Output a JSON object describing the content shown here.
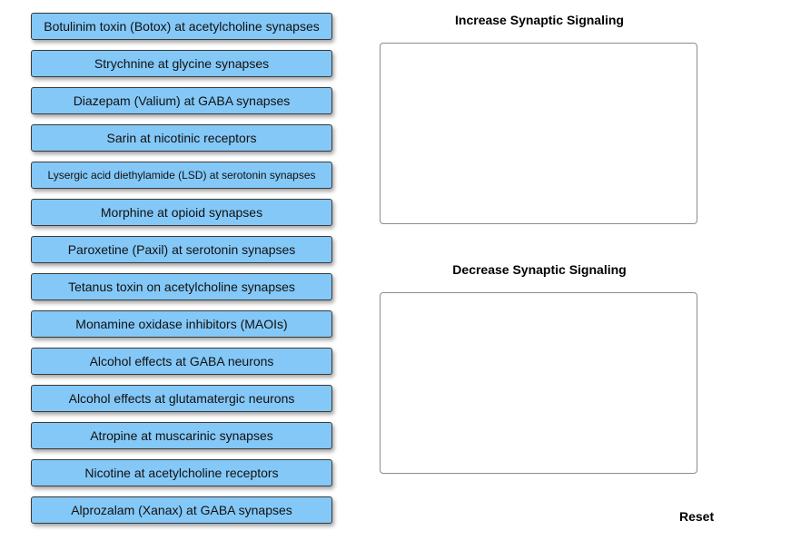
{
  "tiles": [
    "Botulinim toxin (Botox) at acetylcholine synapses",
    "Strychnine at glycine synapses",
    "Diazepam (Valium) at GABA synapses",
    "Sarin at nicotinic receptors",
    "Lysergic acid diethylamide (LSD) at serotonin synapses",
    "Morphine at opioid synapses",
    "Paroxetine (Paxil) at serotonin synapses",
    "Tetanus toxin on acetylcholine synapses",
    "Monamine oxidase inhibitors (MAOIs)",
    "Alcohol effects at GABA neurons",
    "Alcohol effects at glutamatergic neurons",
    "Atropine at muscarinic synapses",
    "Nicotine at acetylcholine receptors",
    "Alprozalam (Xanax) at GABA synapses"
  ],
  "zones": {
    "increase_title": "Increase Synaptic Signaling",
    "decrease_title": "Decrease Synaptic Signaling"
  },
  "reset_label": "Reset",
  "colors": {
    "tile_fill": "#84c8f8",
    "tile_border": "#3a3a3a",
    "zone_border": "#8c8c8c"
  }
}
